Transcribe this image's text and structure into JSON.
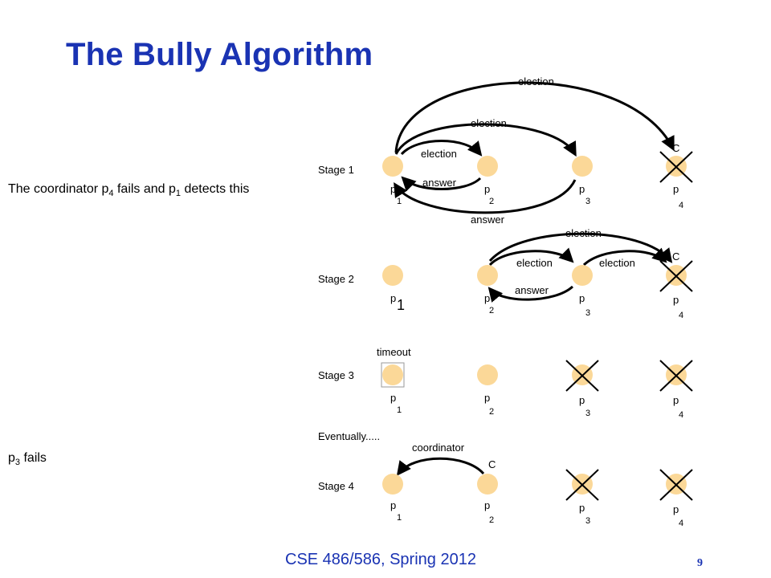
{
  "title": "The Bully Algorithm",
  "notes": {
    "detect_prefix": "The coordinator p",
    "detect_sub1": "4",
    "detect_mid": " fails and p",
    "detect_sub2": "1",
    "detect_suffix": " detects this",
    "p3_prefix": "p",
    "p3_sub": "3",
    "p3_suffix": " fails"
  },
  "footer": "CSE 486/586, Spring 2012",
  "page_number": "9",
  "stages": {
    "s1": "Stage 1",
    "s2": "Stage 2",
    "s3": "Stage 3",
    "eventually": "Eventually.....",
    "s4": "Stage 4"
  },
  "labels": {
    "election": "election",
    "answer": "answer",
    "timeout": "timeout",
    "coordinator": "coordinator",
    "coordinator_mark": "C"
  },
  "process": {
    "letter": "p",
    "ids": [
      "1",
      "2",
      "3",
      "4"
    ]
  },
  "colors": {
    "title": "#1a33b3",
    "node": "#fbd898",
    "cross": "#000000"
  }
}
